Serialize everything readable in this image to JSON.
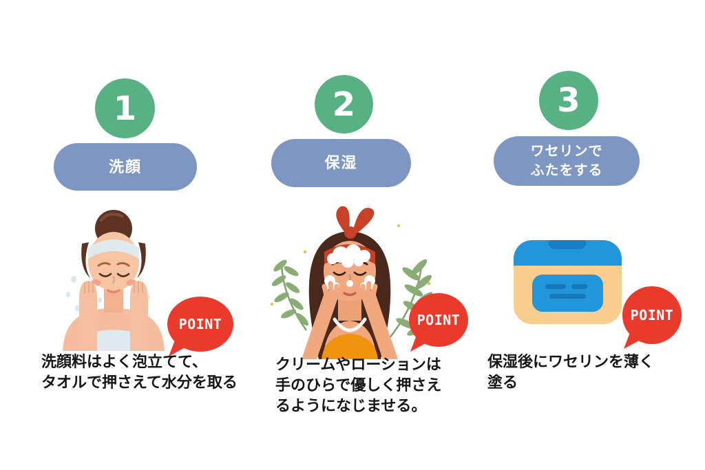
{
  "title": "skincare-routine-3-steps-infographic",
  "colors": {
    "background": "#ffffff",
    "step_circle_green": "#57b183",
    "step_pill_blue": "#7e97c2",
    "point_red": "#ea3a2b",
    "text": "#161616",
    "jar_lid_blue": "#2196db",
    "jar_body_tan": "#f9cd8d"
  },
  "steps": [
    {
      "number": "1",
      "label_lines": [
        "洗顔"
      ],
      "point_label": "POINT",
      "illustration": "woman-washing-face-with-foam",
      "description_lines": [
        "洗顔料はよく泡立てて、",
        "タオルで押さえて水分を取る"
      ]
    },
    {
      "number": "2",
      "label_lines": [
        "保湿"
      ],
      "point_label": "POINT",
      "illustration": "woman-applying-cream-with-leaves",
      "description_lines": [
        "クリームやローションは",
        "手のひらで優しく押さえ",
        "るようになじませる。"
      ]
    },
    {
      "number": "3",
      "label_lines": [
        "ワセリンで",
        "ふたをする"
      ],
      "point_label": "POINT",
      "illustration": "vaseline-jar",
      "description_lines": [
        "保湿後にワセリンを薄く",
        "塗る"
      ]
    }
  ]
}
